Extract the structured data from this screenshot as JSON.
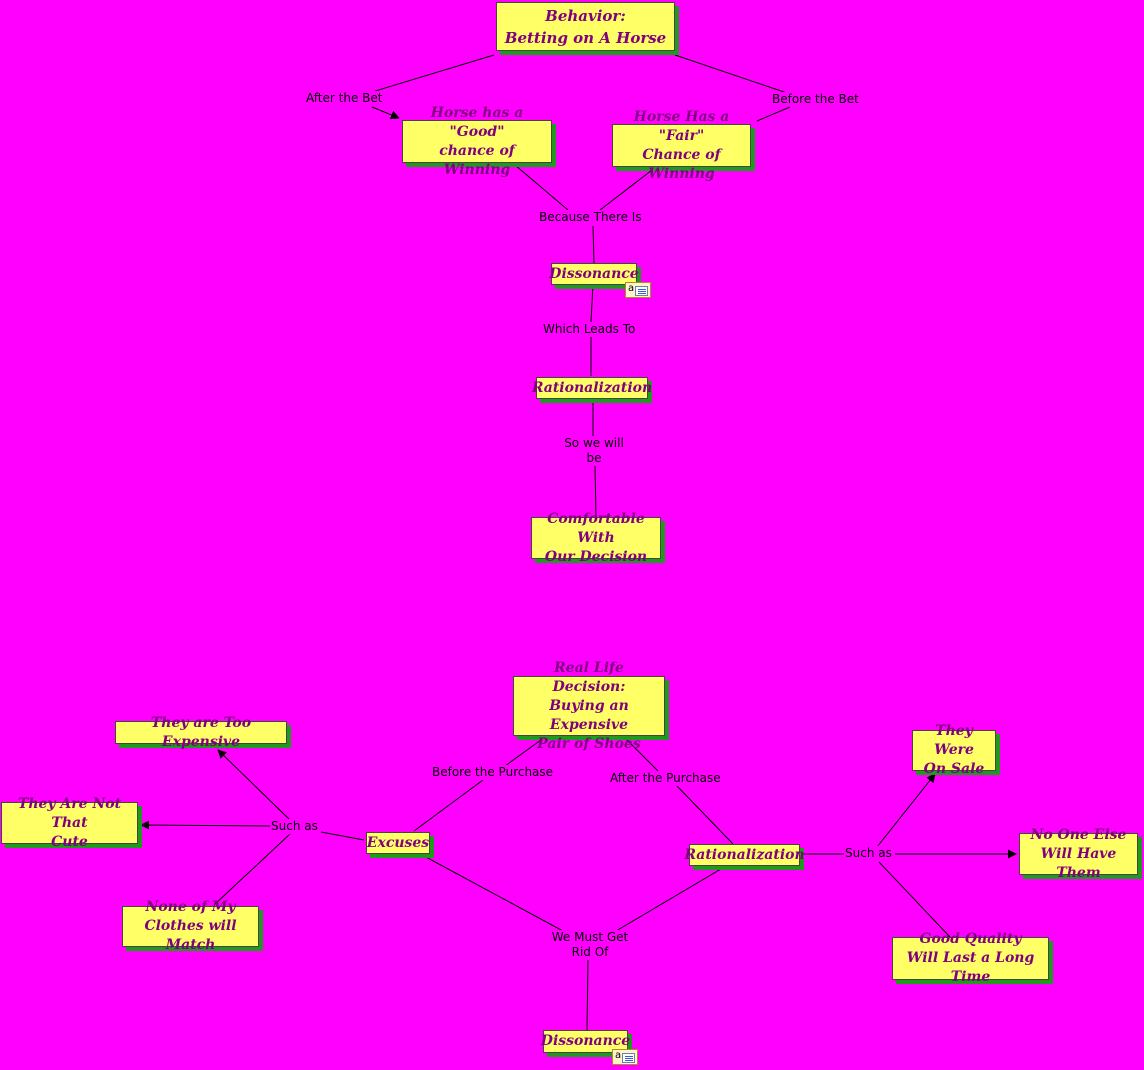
{
  "colors": {
    "background": "#ff00ff",
    "node_fill": "#ffff66",
    "node_text": "#800080",
    "node_shadow": "#1f9a1f",
    "link": "#000000"
  },
  "top_map": {
    "nodes": {
      "behavior": "Behavior:\nBetting on A Horse",
      "horse_good": "Horse has a \"Good\"\nchance of Winning",
      "horse_fair": "Horse Has a \"Fair\"\nChance of Winning",
      "dissonance": "Dissonance",
      "rationalization": "Rationalization",
      "comfortable": "Comfortable With\nOur Decision"
    },
    "links": {
      "after_bet": "After the Bet",
      "before_bet": "Before the Bet",
      "because": "Because There Is",
      "which_leads": "Which Leads To",
      "so_we_will": "So we will\nbe"
    },
    "note_icon": {
      "letter": "a",
      "icon": "notes-icon"
    }
  },
  "bottom_map": {
    "nodes": {
      "real_life": "Real Life Decision:\nBuying an Expensive\nPair of Shoes",
      "too_expensive": "They are Too Expensive",
      "not_cute": "They Are Not That\nCute",
      "none_match": "None of My\nClothes will Match",
      "excuses": "Excuses",
      "rationalization": "Rationalization",
      "on_sale": "They Were\nOn Sale",
      "no_one_else": "No One Else\nWill Have Them",
      "good_quality": "Good Quality\nWill Last a Long Time",
      "dissonance": "Dissonance"
    },
    "links": {
      "before_purchase": "Before the Purchase",
      "after_purchase": "After the Purchase",
      "such_as_left": "Such as",
      "such_as_right": "Such as",
      "must_get_rid": "We Must Get\nRid Of"
    },
    "note_icon": {
      "letter": "a",
      "icon": "notes-icon"
    }
  }
}
